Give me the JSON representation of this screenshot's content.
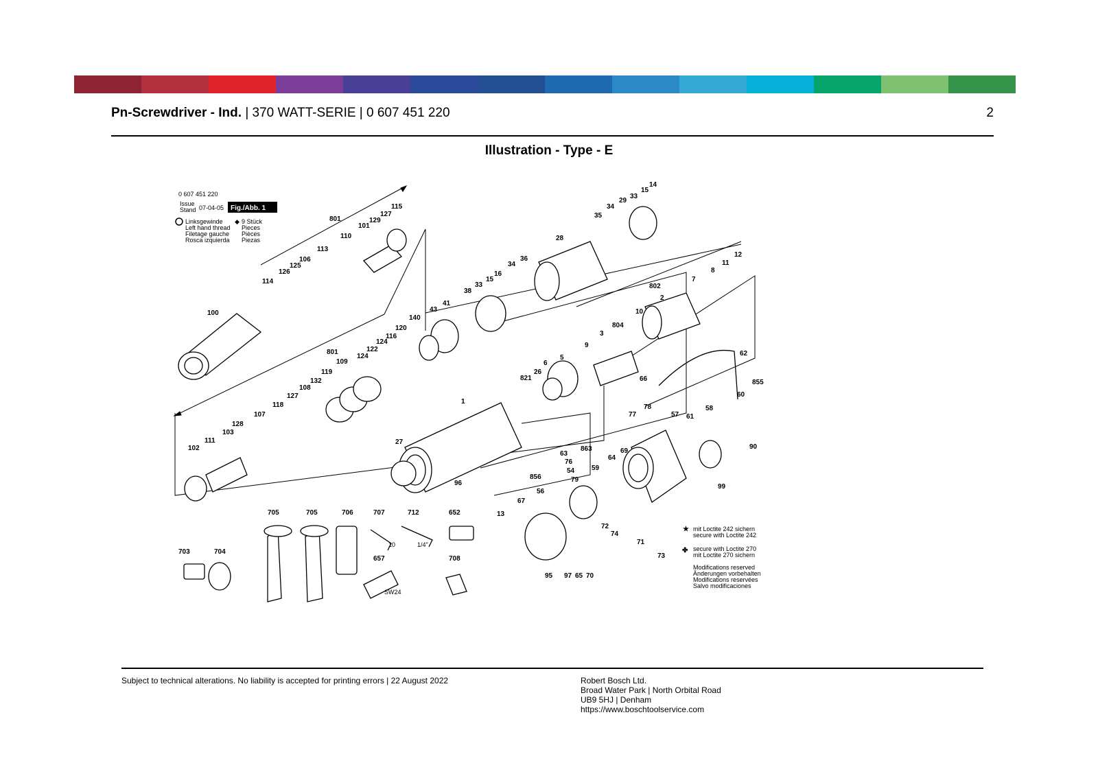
{
  "color_band": [
    "#8e2333",
    "#b3303f",
    "#e0242b",
    "#7a3d98",
    "#4a3f96",
    "#2b4a99",
    "#234e92",
    "#1f69b1",
    "#2b8ac5",
    "#35a8d4",
    "#07b0d8",
    "#07a56c",
    "#7fc171",
    "#36944a"
  ],
  "header": {
    "product_name": "Pn-Screwdriver - Ind.",
    "rest": " | 370 WATT-SERIE | 0 607 451 220",
    "page_number": "2"
  },
  "illustration_title": "Illustration - Type - E",
  "diagram": {
    "part_number": "0 607 451 220",
    "issue_label_1": "Issue",
    "issue_label_2": "Stand",
    "issue_date": "07-04-05",
    "fig_label": "Fig./Abb. 1",
    "legend_left": [
      "Linksgewinde",
      "Left hand thread",
      "Filetage gauche",
      "Rosca izquierda"
    ],
    "legend_right": [
      "9 Stück",
      "Pieces",
      "Pièces",
      "Piezas"
    ],
    "loctite_242": [
      "mit Loctite 242 sichern",
      "secure with Loctite 242"
    ],
    "loctite_270": [
      "secure with Loctite 270",
      "mit Loctite 270 sichern"
    ],
    "modifications": [
      "Modifications reserved",
      "Änderungen vorbehalten",
      "Modifications reservées",
      "Salvo modificaciones"
    ],
    "labels": [
      "100",
      "114",
      "126",
      "125",
      "106",
      "113",
      "801",
      "110",
      "101",
      "129",
      "127",
      "115",
      "35",
      "34",
      "29",
      "33",
      "15",
      "14",
      "28",
      "38",
      "33",
      "15",
      "16",
      "34",
      "36",
      "43",
      "41",
      "140",
      "120",
      "116",
      "124",
      "122",
      "124",
      "801",
      "109",
      "119",
      "132",
      "108",
      "127",
      "118",
      "107",
      "128",
      "103",
      "111",
      "102",
      "802",
      "2",
      "7",
      "8",
      "11",
      "12",
      "10",
      "804",
      "3",
      "9",
      "5",
      "6",
      "26",
      "821",
      "66",
      "62",
      "1",
      "27",
      "96",
      "78",
      "77",
      "57",
      "61",
      "58",
      "60",
      "855",
      "90",
      "99",
      "63",
      "863",
      "76",
      "54",
      "79",
      "856",
      "56",
      "67",
      "59",
      "64",
      "69",
      "13",
      "72",
      "74",
      "71",
      "73",
      "95",
      "97",
      "65",
      "70",
      "705",
      "705",
      "706",
      "707",
      "712",
      "652",
      "657",
      "708",
      "703",
      "704"
    ],
    "wrench_sizes": [
      "10",
      "1/4\"",
      "SW24"
    ]
  },
  "footer": {
    "disclaimer": "Subject to technical alterations. No liability is accepted for printing errors | 22 August 2022",
    "company": "Robert Bosch Ltd.",
    "address_1": "Broad Water Park | North Orbital Road",
    "address_2": "UB9 5HJ | Denham",
    "url": "https://www.boschtoolservice.com"
  }
}
